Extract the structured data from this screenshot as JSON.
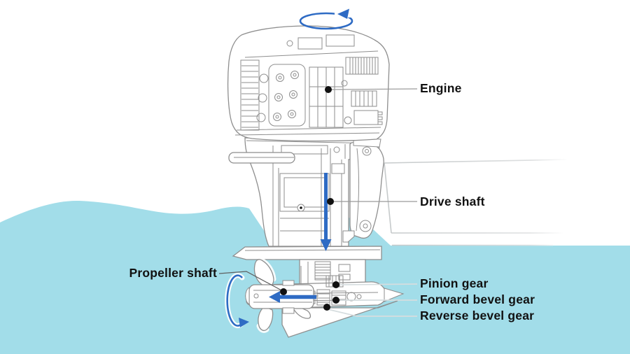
{
  "diagram": {
    "subject": "Outboard motor power transmission cutaway",
    "labels": {
      "engine": "Engine",
      "drive_shaft": "Drive shaft",
      "pinion_gear": "Pinion gear",
      "forward_bevel_gear": "Forward bevel gear",
      "reverse_bevel_gear": "Reverse bevel gear",
      "propeller_shaft": "Propeller shaft"
    },
    "icons": {
      "engine_rotation_arrow": "counterclockwise-ellipse-arrow",
      "drive_shaft_flow_arrow": "down-arrow",
      "propeller_shaft_flow_arrow": "left-arrow",
      "propeller_rotation_arrow": "vertical-ellipse-arrow"
    },
    "colors": {
      "water": "#A2DDE9",
      "arrow_blue": "#2E6BC4",
      "line_gray": "#8E8E8E",
      "leader_dark": "#9A9A9A",
      "leader_light": "#D6DDDF",
      "hull_gray": "#C6CACB",
      "text": "#111111",
      "background": "#FFFFFF"
    }
  }
}
